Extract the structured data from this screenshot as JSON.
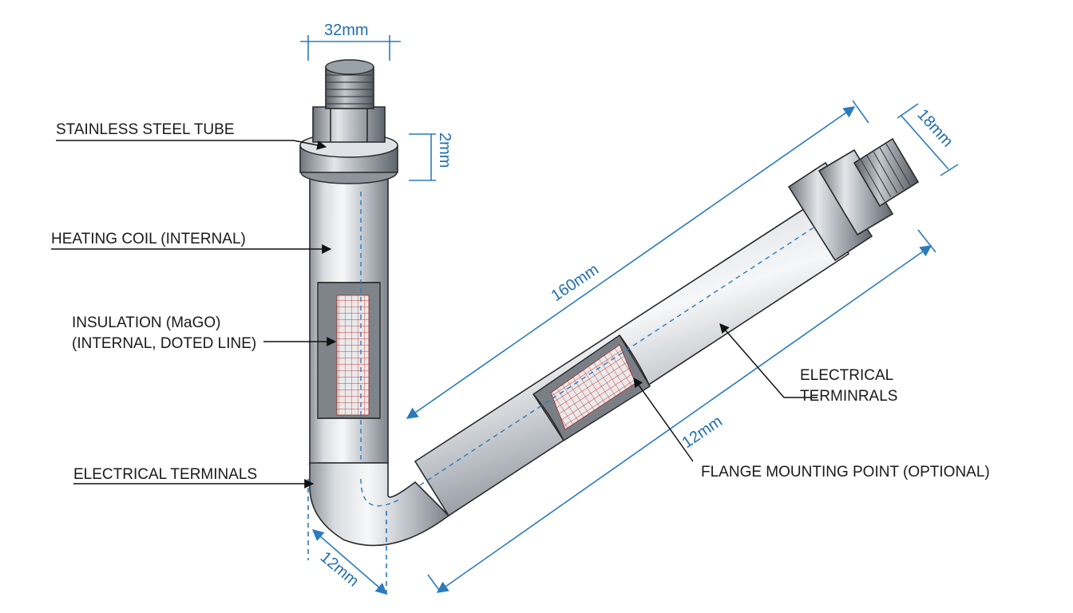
{
  "labels": {
    "stainless_steel_tube": "STAINLESS STEEL TUBE",
    "heating_coil": "HEATING COIL (INTERNAL)",
    "insulation_line1": "INSULATION (MaGO)",
    "insulation_line2": "(INTERNAL, DOTED LINE)",
    "electrical_terminals_left": "ELECTRICAL TERMINALS",
    "electrical_terminals_right_line1": "ELECTRICAL",
    "electrical_terminals_right_line2": "TERMINRALS",
    "flange_mounting_point": "FLANGE MOUNTING POINT (OPTIONAL)"
  },
  "dimensions": {
    "top_width": "32mm",
    "top_height": "2mm",
    "right_diameter": "18mm",
    "length": "160mm",
    "right_tube": "12mm",
    "bottom": "12mm"
  },
  "colors": {
    "dimension": "#2b7bbd",
    "coil": "#d0392f",
    "metal": "#c9ced4"
  }
}
